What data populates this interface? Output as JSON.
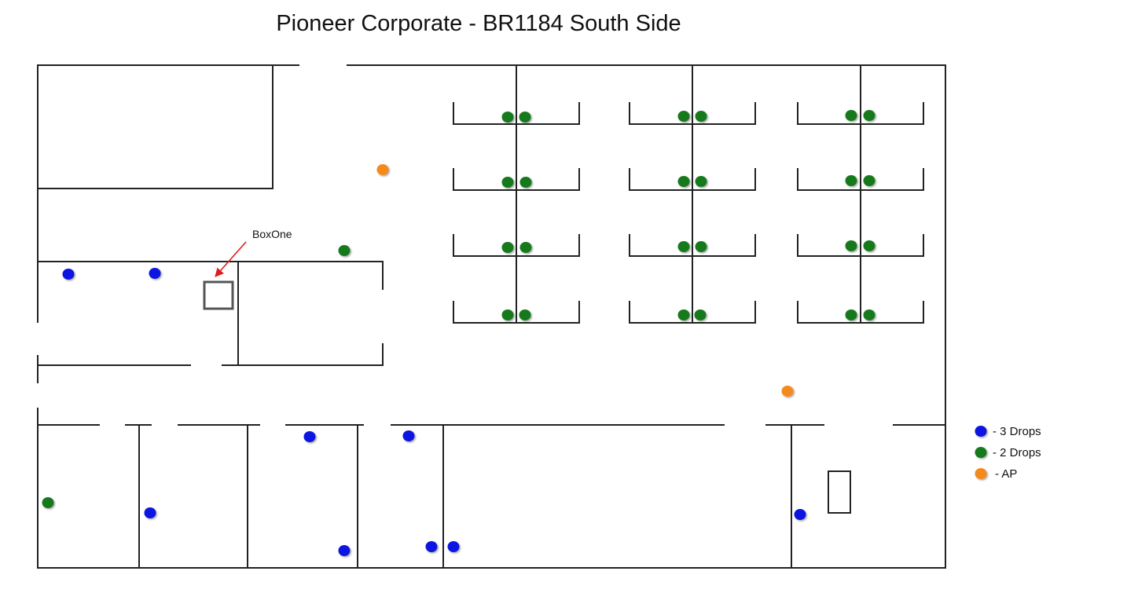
{
  "title": "Pioneer Corporate - BR1184 South Side",
  "colors": {
    "three_drops": "#0a14e0",
    "two_drops": "#137a1f",
    "ap": "#f58a1f",
    "arrow": "#e01b1b",
    "wall": "#222222",
    "box": "#555555"
  },
  "callout": {
    "label": "BoxOne"
  },
  "legend": [
    {
      "type": "three_drops",
      "label": "- 3 Drops"
    },
    {
      "type": "two_drops",
      "label": "- 2 Drops"
    },
    {
      "type": "ap",
      "label": "- AP"
    }
  ]
}
